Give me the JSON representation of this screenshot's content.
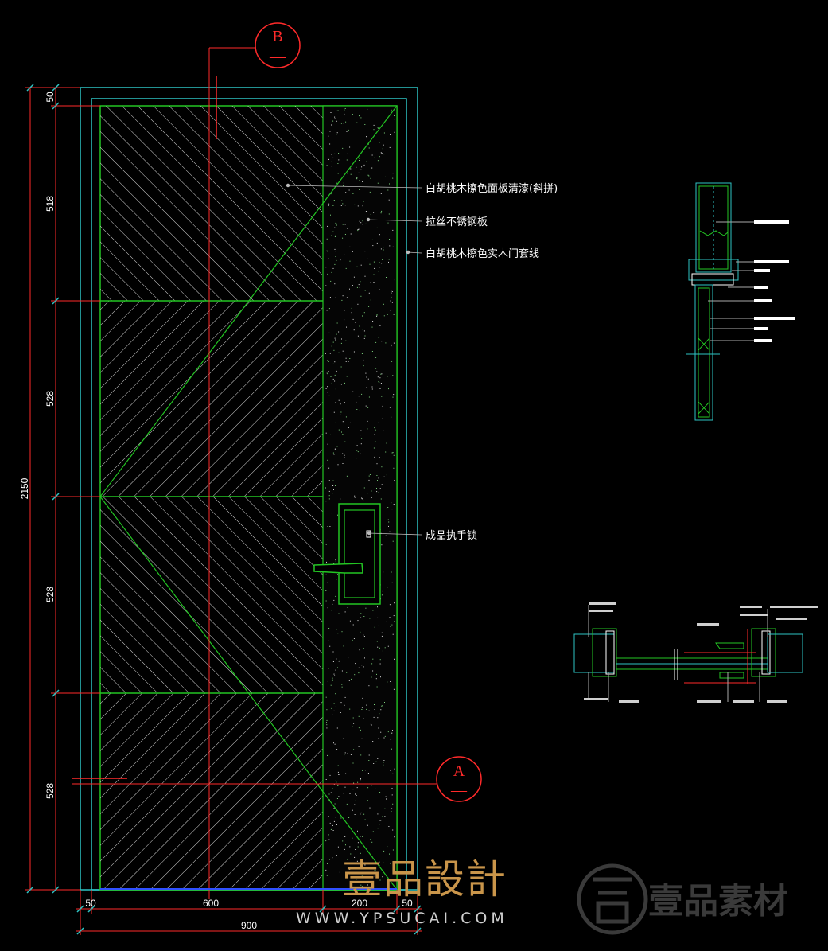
{
  "section_tags": [
    {
      "id": "B",
      "letter": "B",
      "sub": "—"
    },
    {
      "id": "A",
      "letter": "A",
      "sub": "—"
    }
  ],
  "dimensions": {
    "vertical": [
      "50",
      "518",
      "528",
      "528",
      "528"
    ],
    "overall_height": "2150",
    "horizontal": [
      "50",
      "600",
      "200",
      "50"
    ],
    "overall_width": "900"
  },
  "annotations": [
    "白胡桃木擦色面板清漆(斜拼)",
    "拉丝不锈钢板",
    "白胡桃木擦色实木门套线",
    "成品执手锁"
  ],
  "watermark": {
    "brand": "壹品設計",
    "url": "WWW.YPSUCAI.COM",
    "ghost": "壹品素材"
  },
  "colors": {
    "background": "#000000",
    "frame": "#2ec4c4",
    "panel": "#23c623",
    "hatch": "#d6d6d6",
    "dim_line": "#ff2a2a",
    "watermark_brand": "#c9954a"
  }
}
